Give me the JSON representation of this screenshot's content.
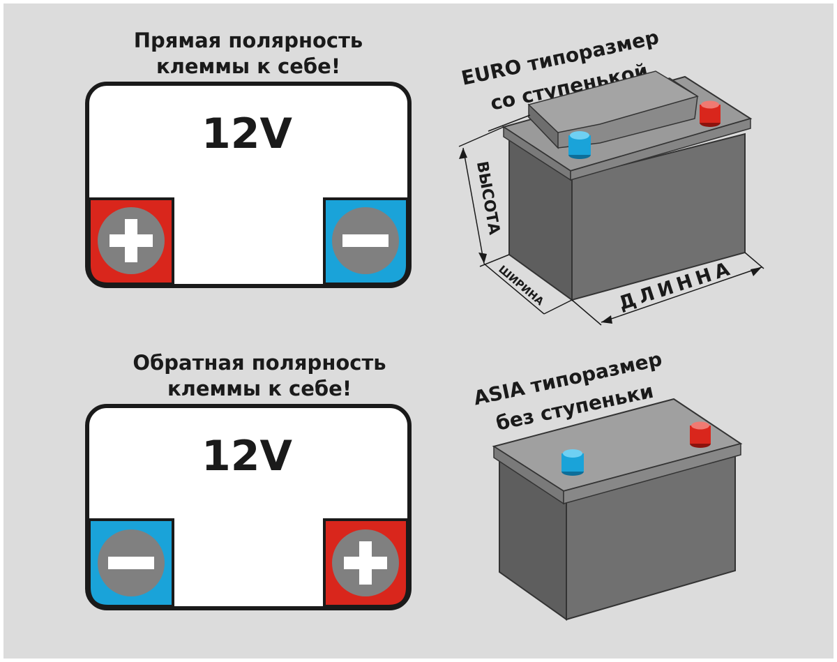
{
  "colors": {
    "background": "#dcdcdc",
    "positive": "#d9261c",
    "negative": "#1aa3d9",
    "terminal_disc": "#808080",
    "battery_body": "#6b6b6b",
    "battery_lid": "#9a9a9a"
  },
  "direct_polarity": {
    "caption_line1": "Прямая полярность",
    "caption_line2": "клеммы к себе!",
    "voltage": "12V",
    "left_terminal": "plus-icon",
    "right_terminal": "minus-icon"
  },
  "reverse_polarity": {
    "caption_line1": "Обратная полярность",
    "caption_line2": "клеммы к себе!",
    "voltage": "12V",
    "left_terminal": "minus-icon",
    "right_terminal": "plus-icon"
  },
  "euro_battery": {
    "caption_line1": "EURO типоразмер",
    "caption_line2": "со ступенькой",
    "height_label": "ВЫСОТА",
    "width_label": "ШИРИНА",
    "length_label": "ДЛИННА"
  },
  "asia_battery": {
    "caption_line1": "ASIA типоразмер",
    "caption_line2": "без ступеньки"
  }
}
